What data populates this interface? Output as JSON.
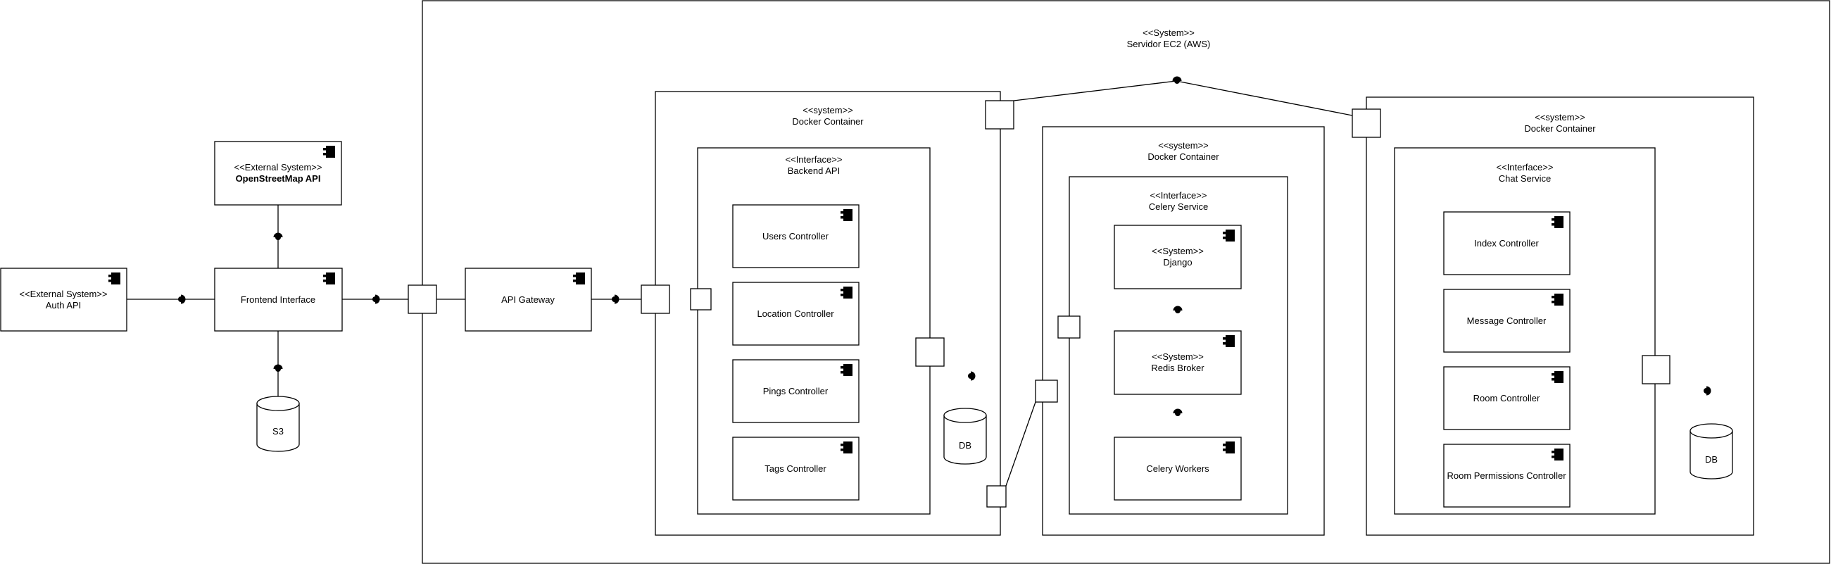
{
  "aws_server": {
    "stereotype": "<<System>>",
    "name": "Servidor EC2 (AWS)"
  },
  "external": {
    "auth": {
      "stereotype": "<<External System>>",
      "name": "Auth API"
    },
    "osm": {
      "stereotype": "<<External System>>",
      "name": "OpenStreetMap API"
    }
  },
  "frontend": {
    "name": "Frontend Interface"
  },
  "s3": {
    "name": "S3"
  },
  "gateway": {
    "name": "API Gateway"
  },
  "backend_container": {
    "stereotype": "<<system>>",
    "name": "Docker Container"
  },
  "backend_api": {
    "stereotype": "<<Interface>>",
    "name": "Backend API",
    "controllers": [
      "Users Controller",
      "Location Controller",
      "Pings Controller",
      "Tags Controller"
    ]
  },
  "backend_db": {
    "name": "DB"
  },
  "celery_container": {
    "stereotype": "<<system>>",
    "name": "Docker Container"
  },
  "celery_service": {
    "stereotype": "<<Interface>>",
    "name": "Celery Service",
    "django": {
      "stereotype": "<<System>>",
      "name": "Django"
    },
    "redis": {
      "stereotype": "<<System>>",
      "name": "Redis Broker"
    },
    "workers": {
      "name": "Celery Workers"
    }
  },
  "chat_container": {
    "stereotype": "<<system>>",
    "name": "Docker Container"
  },
  "chat_service": {
    "stereotype": "<<Interface>>",
    "name": "Chat Service",
    "controllers": [
      "Index Controller",
      "Message Controller",
      "Room Controller",
      "Room Permissions Controller"
    ]
  },
  "chat_db": {
    "name": "DB"
  },
  "icons": {
    "component": "component-icon",
    "interface": "provided-required-interface-icon",
    "database": "database-cylinder-icon"
  }
}
